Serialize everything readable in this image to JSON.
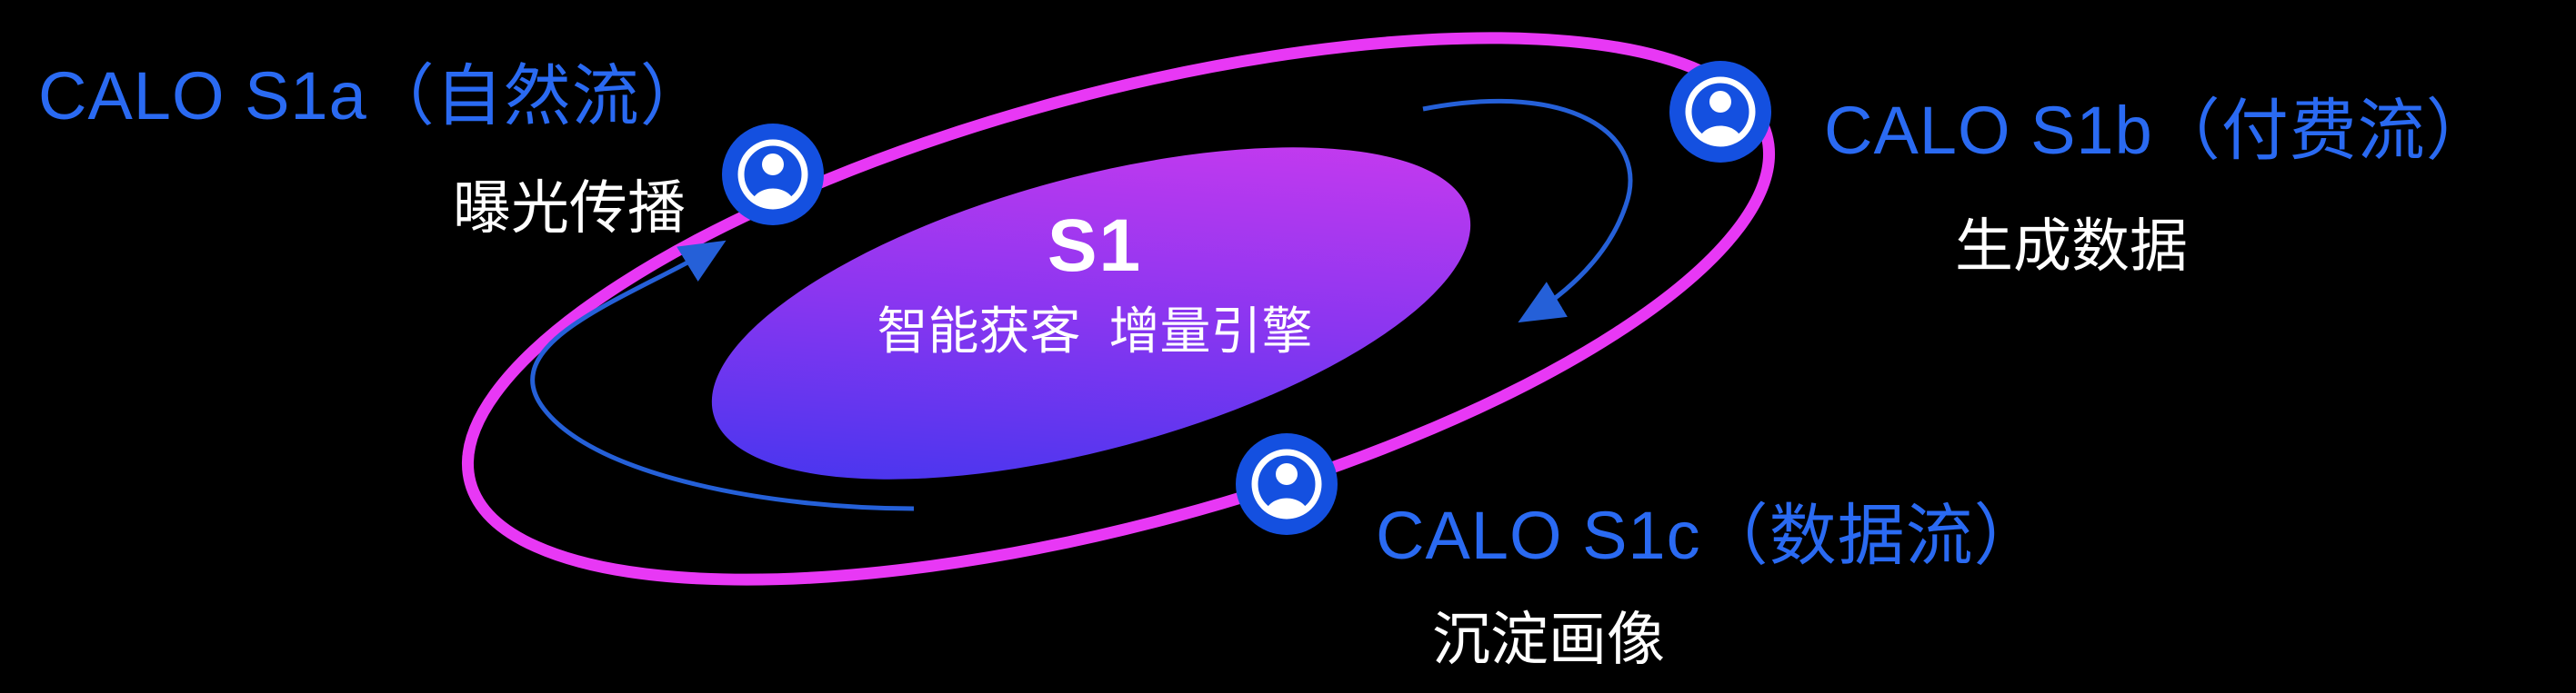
{
  "diagram": {
    "center": {
      "title": "S1",
      "subtitle": "智能获客  增量引擎"
    },
    "nodes": {
      "s1a": {
        "title": "CALO S1a（自然流）",
        "subtitle": "曝光传播"
      },
      "s1b": {
        "title": "CALO S1b（付费流）",
        "subtitle": "生成数据"
      },
      "s1c": {
        "title": "CALO S1c（数据流）",
        "subtitle": "沉淀画像"
      }
    },
    "icons": {
      "user": "user-in-circle-icon"
    },
    "flow": {
      "arrows": [
        "right-downward-arc",
        "left-upward-arc"
      ]
    }
  },
  "colors": {
    "bg": "#000000",
    "node-blue": "#2a6af2",
    "icon-blue": "#1450e0",
    "arrow-blue": "#2560d8",
    "ring-magenta": "#e838f5",
    "grad-blue": "#3236ee",
    "grad-magenta": "#d83bee",
    "text-white": "#ffffff"
  }
}
